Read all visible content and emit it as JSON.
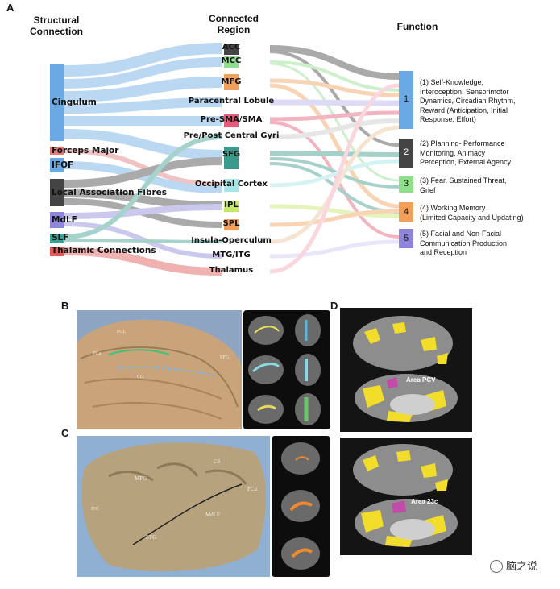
{
  "panels": {
    "a": "A",
    "b": "B",
    "c": "C",
    "d": "D"
  },
  "headers": {
    "structural": "Structural\nConnection",
    "region": "Connected\nRegion",
    "function": "Function"
  },
  "sources": [
    {
      "label": "Cingulum",
      "color": "#6aa9e4"
    },
    {
      "label": "Forceps Major",
      "color": "#e07a7a"
    },
    {
      "label": "IFOF",
      "color": "#6aa9e4"
    },
    {
      "label": "Local Association Fibres",
      "color": "#444444"
    },
    {
      "label": "MdLF",
      "color": "#8e86d8"
    },
    {
      "label": "SLF",
      "color": "#3aa090"
    },
    {
      "label": "Thalamic Connections",
      "color": "#e05555"
    }
  ],
  "regions": [
    {
      "label": "ACC",
      "color": "#444444"
    },
    {
      "label": "MCC",
      "color": "#8fe08a"
    },
    {
      "label": "MFG",
      "color": "#f0a05a"
    },
    {
      "label": "Paracentral Lobule",
      "color": "#b7b0ee"
    },
    {
      "label": "Pre-SMA/SMA",
      "color": "#e65b7a"
    },
    {
      "label": "Pre/Post Central Gyri",
      "color": "#c9c9c9"
    },
    {
      "label": "SFG",
      "color": "#3a9a8c"
    },
    {
      "label": "Occipital Cortex",
      "color": "#a6e6e8"
    },
    {
      "label": "IPL",
      "color": "#c6e86a"
    },
    {
      "label": "SPL",
      "color": "#f0a05a"
    },
    {
      "label": "Insula-Operculum",
      "color": "#e9c59a"
    },
    {
      "label": "MTG/ITG",
      "color": "#cfc9f2"
    },
    {
      "label": "Thalamus",
      "color": "#f4a8b8"
    }
  ],
  "functions": [
    {
      "num": "1",
      "color": "#6aa9e4",
      "text": "(1) Self-Knowledge,\nInteroception, Sensorimotor\nDynamics, Circadian Rhythm,\nReward (Anticipation, Initial\nResponse, Effort)"
    },
    {
      "num": "2",
      "color": "#444444",
      "text": "(2) Planning- Performance\nMonitoring, Animacy\nPerception, External Agency"
    },
    {
      "num": "3",
      "color": "#8fe08a",
      "text": "(3) Fear, Sustained Threat,\nGrief"
    },
    {
      "num": "4",
      "color": "#f0a05a",
      "text": "(4) Working Memory\n(Limited Capacity and Updating)"
    },
    {
      "num": "5",
      "color": "#8e86d8",
      "text": "(5) Facial and Non-Facial\nCommunication Production\nand Reception"
    }
  ],
  "photo_b_labels": {
    "pcl": "PCL",
    "sfg": "SFG",
    "pcu": "PCu",
    "cg": "CG"
  },
  "photo_c_labels": {
    "cs": "CS",
    "mfg": "MFG",
    "pcu": "PCu",
    "mdlf": "MdLF",
    "stg": "STG",
    "ifg": "IFG"
  },
  "brain_d": {
    "area_pcv": "Area PCV",
    "area_23c": "Area 23c"
  },
  "watermark": "脑之说"
}
